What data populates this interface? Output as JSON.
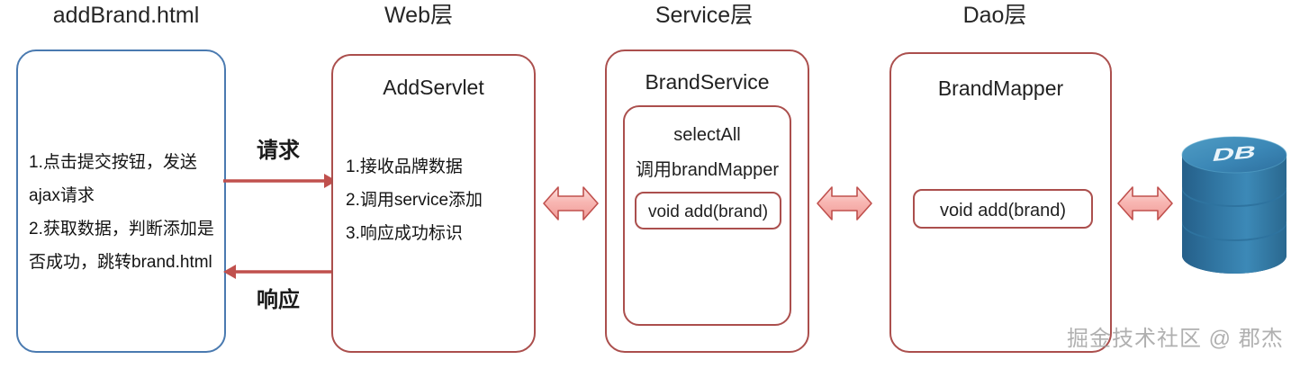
{
  "diagram": {
    "title": "addBrand.html request flow across Web / Service / Dao layers",
    "colors": {
      "client_border": "#4a7ab0",
      "server_border": "#ab4f4d",
      "arrow_fill": "#f6b3b0",
      "arrow_stroke": "#c0504d",
      "flow_arrow": "#c0504d",
      "db_body": "#2e6f9e",
      "db_top": "#3c87b8",
      "text": "#1a1a1a",
      "watermark": "#9a9a9a"
    },
    "columns": [
      {
        "id": "client",
        "header": "addBrand.html"
      },
      {
        "id": "web",
        "header": "Web层"
      },
      {
        "id": "service",
        "header": "Service层"
      },
      {
        "id": "dao",
        "header": "Dao层"
      }
    ],
    "client_box": {
      "lines": [
        "1.点击提交按钮，发送",
        "ajax请求",
        "2.获取数据，判断添加是",
        "否成功，跳转brand.html"
      ]
    },
    "web_box": {
      "title": "AddServlet",
      "lines": [
        "1.接收品牌数据",
        "2.调用service添加",
        "3.响应成功标识"
      ]
    },
    "service_box": {
      "title": "BrandService",
      "inner_title": "selectAll",
      "inner_sub": "调用brandMapper",
      "method": "void add(brand)"
    },
    "dao_box": {
      "title": "BrandMapper",
      "method": "void add(brand)"
    },
    "flows": {
      "request_label": "请求",
      "response_label": "响应"
    },
    "database": {
      "label": "DB"
    },
    "watermark": "掘金技术社区 @ 郡杰"
  }
}
